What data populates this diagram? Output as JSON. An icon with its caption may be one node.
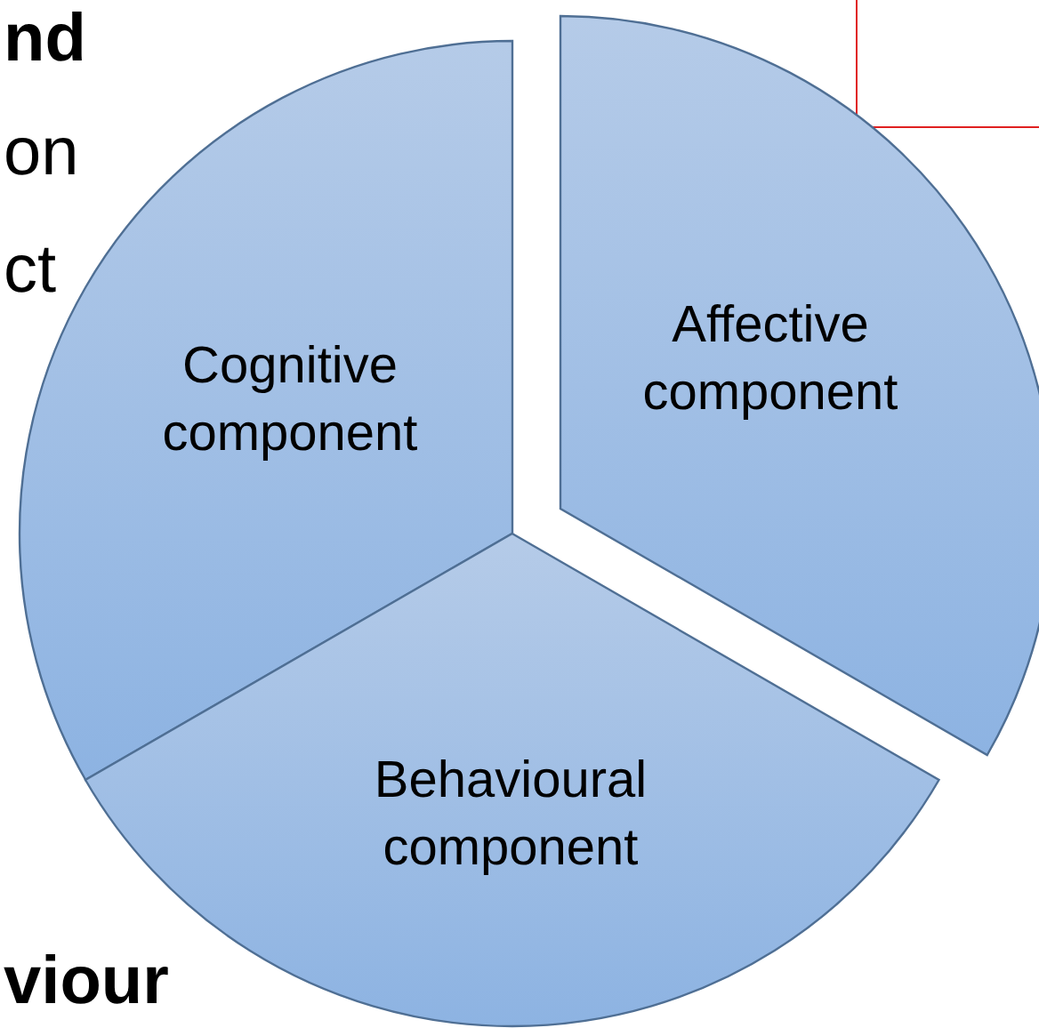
{
  "diagram": {
    "nodes": [
      {
        "text": [
          "Cognitive component"
        ]
      },
      {
        "text": [
          "Affective component"
        ]
      },
      {
        "text": [
          "Behavioural component"
        ]
      }
    ],
    "labels": [
      "nd",
      "on",
      "ct",
      "viour"
    ]
  }
}
